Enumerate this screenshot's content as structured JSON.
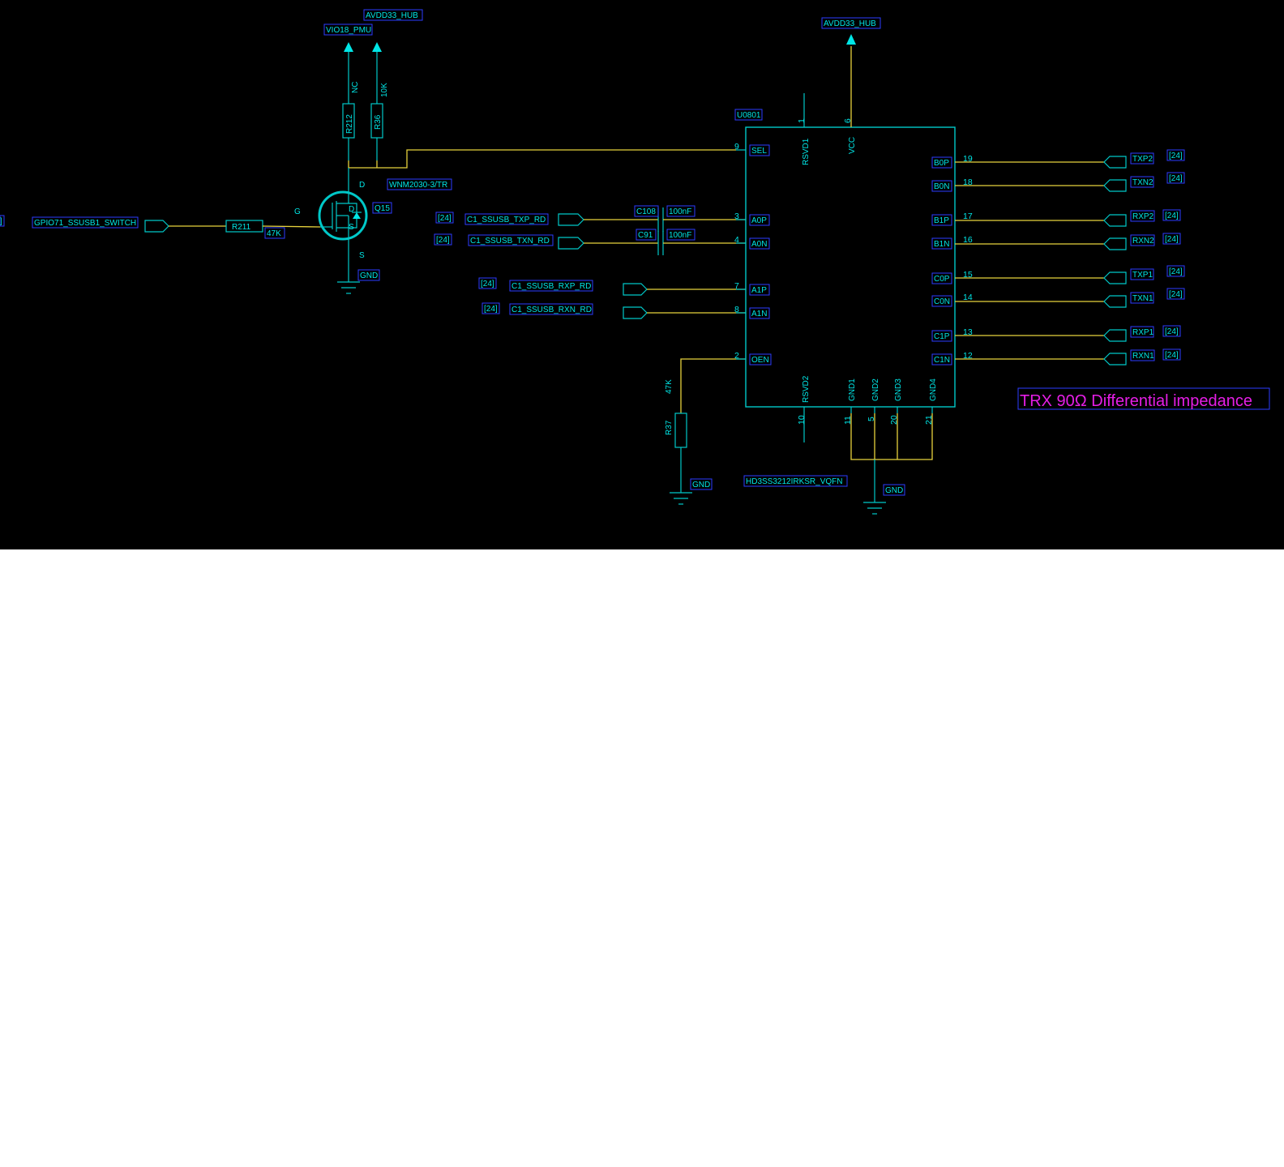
{
  "power": {
    "vio18": "VIO18_PMU",
    "avdd33_left": "AVDD33_HUB",
    "avdd33_right": "AVDD33_HUB"
  },
  "resistors": {
    "r212_ref": "R212",
    "r212_val": "NC",
    "r36_ref": "R36",
    "r36_val": "10K",
    "r211_ref": "R211",
    "r211_val": "47K",
    "r37_ref": "R37",
    "r37_val": "47K"
  },
  "transistor": {
    "ref": "Q15",
    "part": "WNM2030-3/TR",
    "pin_d": "D",
    "pin_g": "G",
    "pin_s": "S"
  },
  "gnd": {
    "q15": "GND",
    "r37": "GND",
    "ic": "GND"
  },
  "gpio": {
    "net": "GPIO71_SSUSB1_SWITCH",
    "edge_bracket": "]"
  },
  "capacitors": {
    "c108_ref": "C108",
    "c108_val": "100nF",
    "c91_ref": "C91",
    "c91_val": "100nF"
  },
  "left_nets": [
    {
      "page": "[24]",
      "name": "C1_SSUSB_TXP_RD"
    },
    {
      "page": "[24]",
      "name": "C1_SSUSB_TXN_RD"
    },
    {
      "page": "[24]",
      "name": "C1_SSUSB_RXP_RD"
    },
    {
      "page": "[24]",
      "name": "C1_SSUSB_RXN_RD"
    }
  ],
  "ic": {
    "ref": "U0801",
    "part": "HD3SS3212IRKSR_VQFN",
    "left_pins": [
      {
        "num": "9",
        "name": "SEL"
      },
      {
        "num": "3",
        "name": "A0P"
      },
      {
        "num": "4",
        "name": "A0N"
      },
      {
        "num": "7",
        "name": "A1P"
      },
      {
        "num": "8",
        "name": "A1N"
      },
      {
        "num": "2",
        "name": "OEN"
      }
    ],
    "top_pins": [
      {
        "num": "1",
        "name": "RSVD1"
      },
      {
        "num": "6",
        "name": "VCC"
      }
    ],
    "bottom_pins": [
      {
        "num": "10",
        "name": "RSVD2"
      },
      {
        "num": "11",
        "name": "GND1"
      },
      {
        "num": "5",
        "name": "GND2"
      },
      {
        "num": "20",
        "name": "GND3"
      },
      {
        "num": "21",
        "name": "GND4"
      }
    ],
    "right_pins": [
      {
        "num": "19",
        "name": "B0P",
        "net": "TXP2",
        "page": "[24]"
      },
      {
        "num": "18",
        "name": "B0N",
        "net": "TXN2",
        "page": "[24]"
      },
      {
        "num": "17",
        "name": "B1P",
        "net": "RXP2",
        "page": "[24]"
      },
      {
        "num": "16",
        "name": "B1N",
        "net": "RXN2",
        "page": "[24]"
      },
      {
        "num": "15",
        "name": "C0P",
        "net": "TXP1",
        "page": "[24]"
      },
      {
        "num": "14",
        "name": "C0N",
        "net": "TXN1",
        "page": "[24]"
      },
      {
        "num": "13",
        "name": "C1P",
        "net": "RXP1",
        "page": "[24]"
      },
      {
        "num": "12",
        "name": "C1N",
        "net": "RXN1",
        "page": "[24]"
      }
    ]
  },
  "note": "TRX 90Ω Differential impedance",
  "colors": {
    "background": "#000000",
    "wire": "#e6d23c",
    "component": "#00c8c8",
    "label_box": "#2d3cff",
    "note": "#e61ee6"
  }
}
